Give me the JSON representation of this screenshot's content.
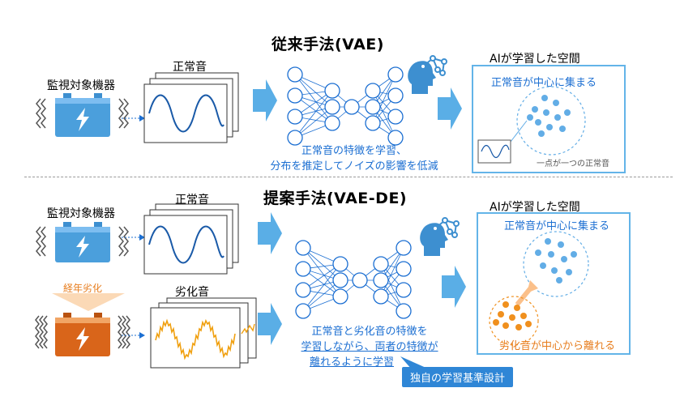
{
  "top": {
    "title": "従来手法(VAE)",
    "device_label": "監視対象機器",
    "signal_label": "正常音",
    "caption_line1": "正常音の特徴を学習、",
    "caption_line2": "分布を推定してノイズの影響を低減",
    "space_title": "AIが学習した空間",
    "space_center_label": "正常音が中心に集まる",
    "space_note": "一点が一つの正常音"
  },
  "bottom": {
    "title": "提案手法(VAE-DE)",
    "device_label": "監視対象機器",
    "signal_label": "正常音",
    "aging_label": "経年劣化",
    "degraded_label": "劣化音",
    "caption_line1": "正常音と劣化音の特徴を",
    "caption_line2": "学習しながら、両者の特徴が",
    "caption_line3": "離れるように学習",
    "space_title": "AIが学習した空間",
    "space_center_label": "正常音が中心に集まる",
    "space_far_label": "劣化音が中心から離れる",
    "unique_tag": "独自の学習基準設計"
  },
  "colors": {
    "accent_blue": "#1c6fd2",
    "arrow_blue": "#5aaee6",
    "battery_blue": "#4b9fdc",
    "battery_orange": "#d9651a",
    "orange_dot": "#f0901e",
    "blue_dot": "#62ade6"
  },
  "icons": [
    "battery-icon",
    "lightning-icon",
    "vibration-icon",
    "neural-network-icon",
    "ai-head-icon",
    "arrow-right-icon"
  ]
}
